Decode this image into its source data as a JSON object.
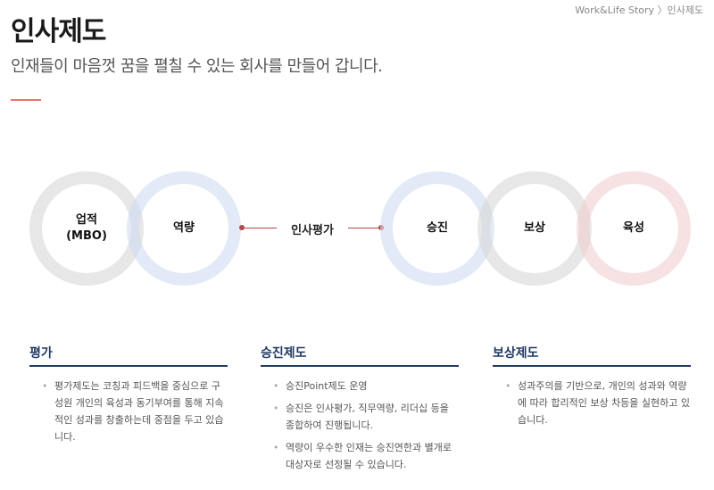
{
  "breadcrumb": "Work&Life Story 〉인사제도",
  "title": "인사제도",
  "subtitle": "인재들이 마음껏 꿈을 펼칠 수 있는 회사를 만들어 갑니다.",
  "circles": [
    "업적\n(MBO)",
    "역량",
    "승진",
    "보상",
    "육성"
  ],
  "center_label": "인사평가",
  "sections": [
    {
      "title": "평가",
      "items": [
        "평가제도는 코칭과 피드백을 중심으로 구성원 개인의 육성과 동기부여를 통해 지속적인 성과를 창출하는데 중점을 두고 있습니다."
      ]
    },
    {
      "title": "승진제도",
      "items": [
        "승진Point제도 운영",
        "승진은 인사평가, 직무역량, 리더십 등을 종합하여 진행됩니다.",
        "역량이 우수한 인재는 승진연한과 별개로 대상자로 선정될 수 있습니다."
      ]
    },
    {
      "title": "보상제도",
      "items": [
        "성과주의를 기반으로, 개인의 성과와 역량에 따라 합리적인 보상 차등을 실현하고 있습니다."
      ]
    }
  ]
}
